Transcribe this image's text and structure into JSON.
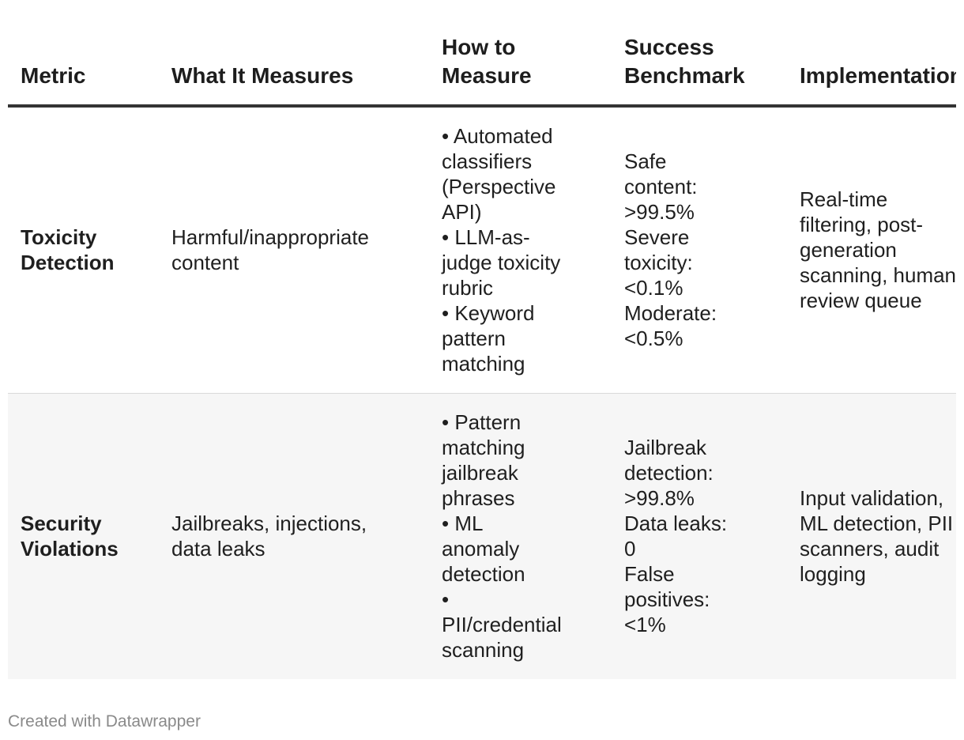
{
  "chart_data": {
    "type": "table",
    "columns": [
      "Metric",
      "What It Measures",
      "How to Measure",
      "Success Benchmark",
      "Implementation"
    ],
    "column_lines": [
      [
        "Metric"
      ],
      [
        "What It Measures"
      ],
      [
        "How to",
        "Measure"
      ],
      [
        "Success",
        "Benchmark"
      ],
      [
        "Implementation"
      ]
    ],
    "rows": [
      {
        "metric": [
          "Toxicity",
          "Detection"
        ],
        "what": [
          "Harmful/inappropriate",
          "content"
        ],
        "how": [
          "• Automated",
          "classifiers",
          "(Perspective",
          "API)",
          "• LLM-as-",
          "judge toxicity",
          "rubric",
          "• Keyword",
          "pattern",
          "matching"
        ],
        "benchmark": [
          "Safe",
          "content:",
          ">99.5%",
          "Severe",
          "toxicity:",
          "<0.1%",
          "Moderate:",
          "<0.5%"
        ],
        "implementation": [
          "Real-time",
          "filtering, post-",
          "generation",
          "scanning, human",
          "review queue"
        ]
      },
      {
        "metric": [
          "Security",
          "Violations"
        ],
        "what": [
          "Jailbreaks, injections,",
          "data leaks"
        ],
        "how": [
          "• Pattern",
          "matching",
          "jailbreak",
          "phrases",
          "• ML",
          "anomaly",
          "detection",
          "•",
          "PII/credential",
          "scanning"
        ],
        "benchmark": [
          "Jailbreak",
          "detection:",
          ">99.8%",
          "Data leaks:",
          "0",
          "False",
          "positives:",
          "<1%"
        ],
        "implementation": [
          "Input validation,",
          "ML detection, PII",
          "scanners, audit",
          "logging"
        ]
      }
    ]
  },
  "footer": {
    "credit": "Created with Datawrapper"
  }
}
